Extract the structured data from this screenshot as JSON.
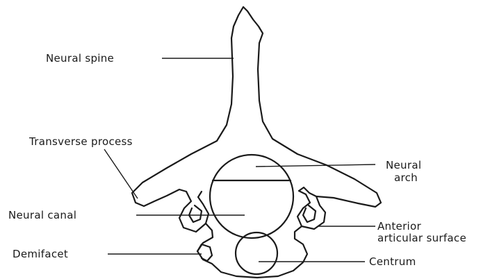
{
  "labels": {
    "neural_spine": "Neural spine",
    "transverse_process": "Transverse process",
    "neural_arch_line1": "Neural",
    "neural_arch_line2": "arch",
    "neural_canal": "Neural canal",
    "anterior_articular_line1": "Anterior",
    "anterior_articular_line2": "articular surface",
    "demifacet": "Demifacet",
    "centrum": "Centrum"
  }
}
